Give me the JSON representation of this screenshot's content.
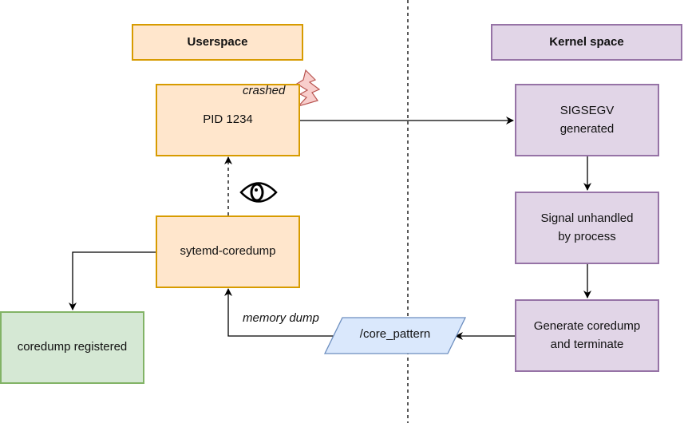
{
  "diagram": {
    "regions": {
      "userspace": {
        "label": "Userspace",
        "color": "#ffe6cc",
        "border": "#d79b00"
      },
      "kernel": {
        "label": "Kernel space",
        "color": "#e1d5e7",
        "border": "#9673a6"
      }
    },
    "nodes": {
      "pid": {
        "label": "PID 1234",
        "annotation": "crashed",
        "annotation_icon": "lightning-bolt-icon"
      },
      "coredump_service": {
        "label": "sytemd-coredump"
      },
      "registered": {
        "label": "coredump registered"
      },
      "sigsegv": {
        "line1": "SIGSEGV",
        "line2": "generated"
      },
      "unhandled": {
        "line1": "Signal unhandled",
        "line2": "by process"
      },
      "generate": {
        "line1": "Generate coredump",
        "line2": "and terminate"
      },
      "core_pattern": {
        "label": "/core_pattern",
        "color": "#dae8fc",
        "border": "#6c8ebf"
      }
    },
    "edges": [
      {
        "from": "PID 1234",
        "to": "SIGSEGV generated",
        "style": "solid"
      },
      {
        "from": "SIGSEGV generated",
        "to": "Signal unhandled by process",
        "style": "solid"
      },
      {
        "from": "Signal unhandled by process",
        "to": "Generate coredump and terminate",
        "style": "solid"
      },
      {
        "from": "Generate coredump and terminate",
        "to": "/core_pattern",
        "style": "solid"
      },
      {
        "from": "/core_pattern",
        "to": "sytemd-coredump",
        "style": "solid",
        "label": "memory dump"
      },
      {
        "from": "sytemd-coredump",
        "to": "PID 1234",
        "style": "dashed",
        "icon": "eye-icon"
      },
      {
        "from": "sytemd-coredump",
        "to": "coredump registered",
        "style": "solid"
      }
    ],
    "edge_labels": {
      "memory_dump": "memory dump"
    }
  }
}
